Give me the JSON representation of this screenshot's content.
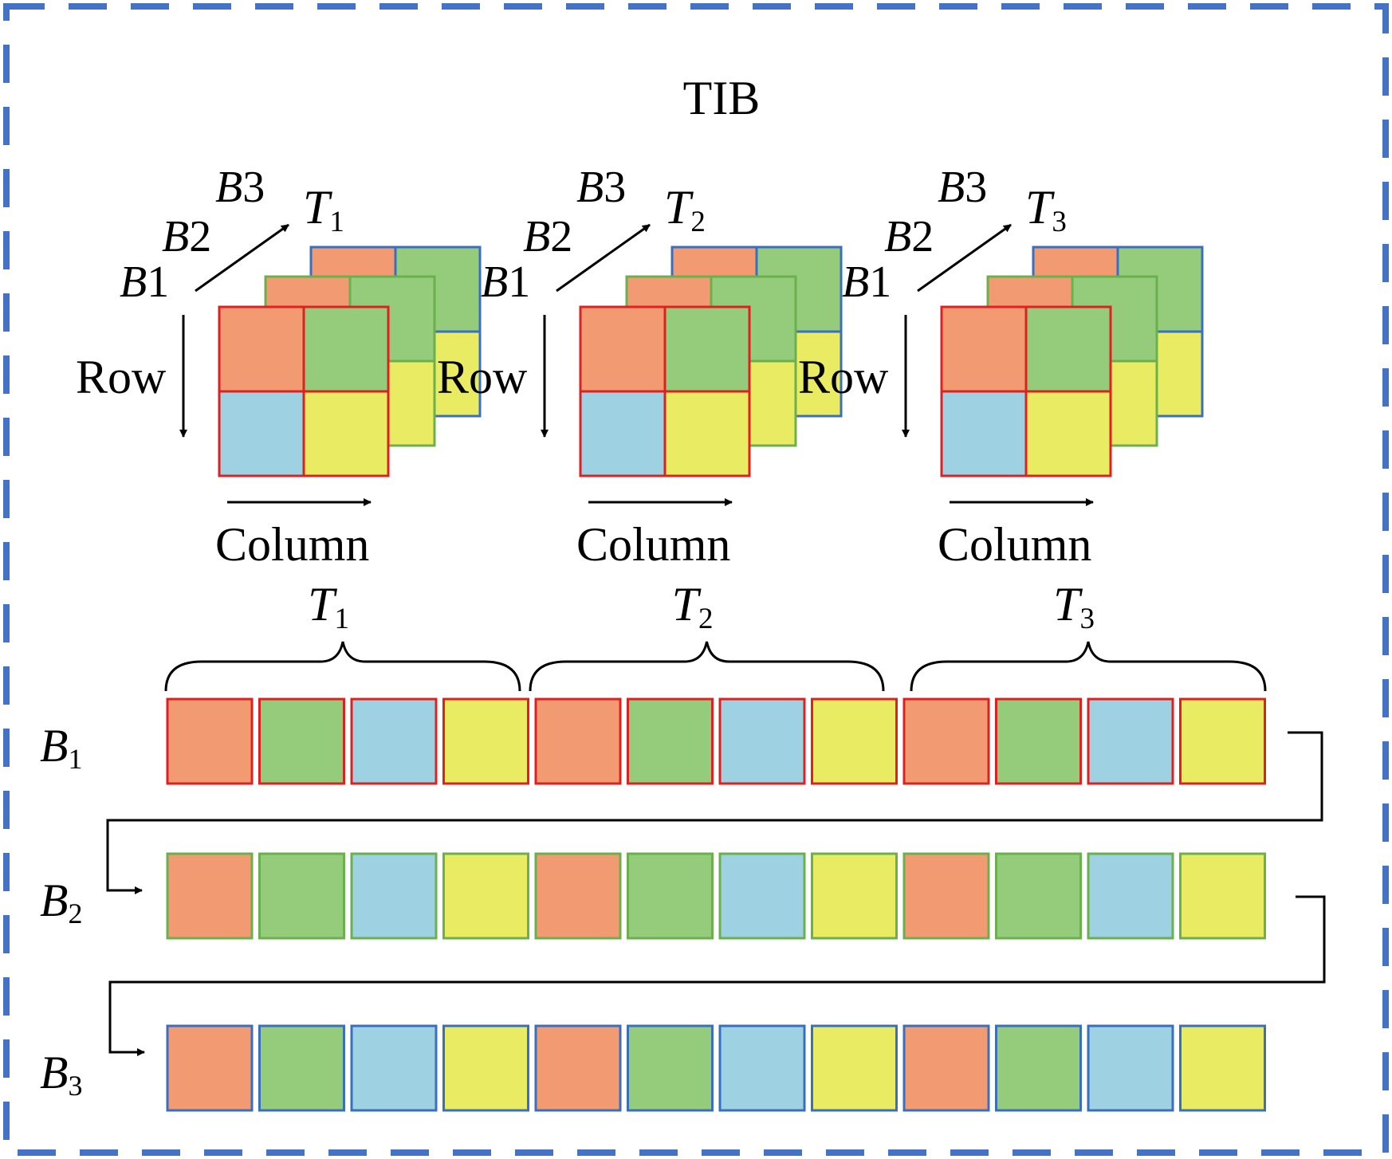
{
  "title": "TIB",
  "colors": {
    "border": "#4472c4",
    "orange": "#f29b72",
    "green": "#95cc7b",
    "blue": "#9ed1e1",
    "yellow": "#e9ec62",
    "edge_b1": "#e02020",
    "edge_b2": "#6ab04c",
    "edge_b3": "#3a6fc0"
  },
  "cell_pattern": [
    "orange",
    "green",
    "blue",
    "yellow"
  ],
  "cubes": [
    {
      "band_labels": [
        "B1",
        "B2",
        "B3"
      ],
      "time_label": {
        "base": "T",
        "sub": "1"
      },
      "row_label": "Row",
      "column_label": "Column"
    },
    {
      "band_labels": [
        "B1",
        "B2",
        "B3"
      ],
      "time_label": {
        "base": "T",
        "sub": "2"
      },
      "row_label": "Row",
      "column_label": "Column"
    },
    {
      "band_labels": [
        "B1",
        "B2",
        "B3"
      ],
      "time_label": {
        "base": "T",
        "sub": "3"
      },
      "row_label": "Row",
      "column_label": "Column"
    }
  ],
  "groups": [
    {
      "base": "T",
      "sub": "1"
    },
    {
      "base": "T",
      "sub": "2"
    },
    {
      "base": "T",
      "sub": "3"
    }
  ],
  "rows": [
    {
      "base": "B",
      "sub": "1",
      "edge": "edge_b1"
    },
    {
      "base": "B",
      "sub": "2",
      "edge": "edge_b2"
    },
    {
      "base": "B",
      "sub": "3",
      "edge": "edge_b3"
    }
  ]
}
